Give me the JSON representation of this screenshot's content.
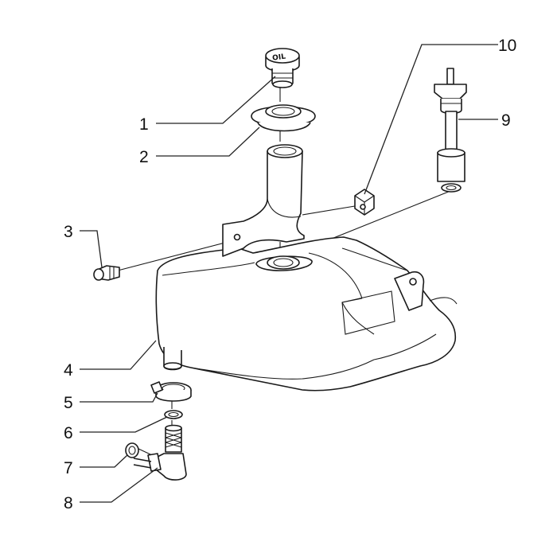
{
  "diagram": {
    "callouts": [
      {
        "number": "1",
        "part": "oil-filler-cap"
      },
      {
        "number": "2",
        "part": "filler-gasket"
      },
      {
        "number": "3",
        "part": "fixing-screw"
      },
      {
        "number": "4",
        "part": "oil-tank"
      },
      {
        "number": "5",
        "part": "hose-clamp"
      },
      {
        "number": "6",
        "part": "o-ring"
      },
      {
        "number": "7",
        "part": "clip"
      },
      {
        "number": "8",
        "part": "pipe-fitting"
      },
      {
        "number": "9",
        "part": "oil-level-gauge"
      },
      {
        "number": "10",
        "part": "cage-nut"
      }
    ],
    "cap_logo_text": "OIL"
  }
}
